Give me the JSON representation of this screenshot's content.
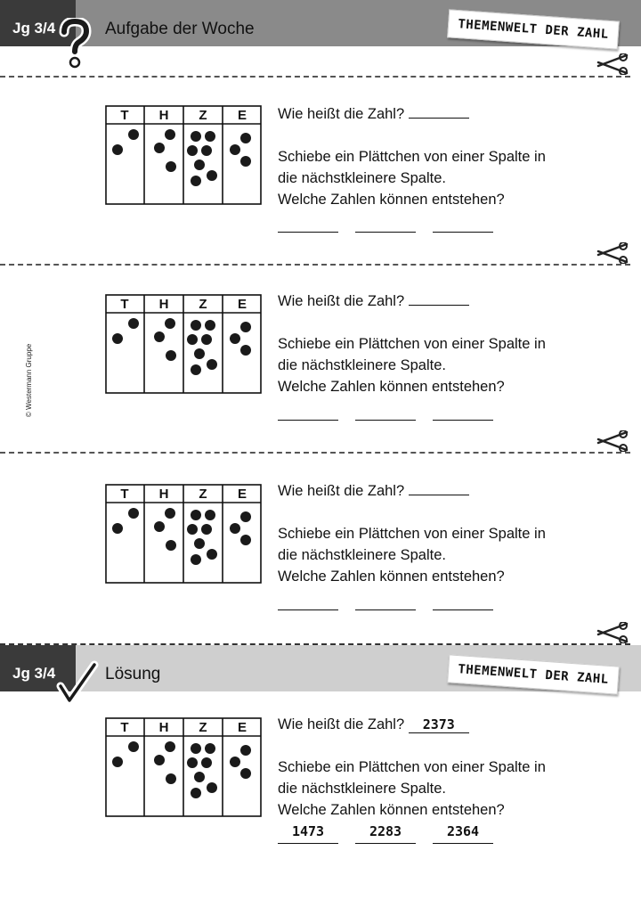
{
  "header": {
    "grade": "Jg 3/4",
    "title": "Aufgabe der Woche",
    "stamp": "THEMENWELT DER ZAHL",
    "question_mark": "?"
  },
  "solution_header": {
    "grade": "Jg 3/4",
    "title": "Lösung",
    "stamp": "THEMENWELT DER ZAHL"
  },
  "copyright": "© Westermann Gruppe",
  "columns": [
    "T",
    "H",
    "Z",
    "E"
  ],
  "tasks": [
    {
      "question": "Wie heißt die Zahl?",
      "instruction_1": "Schiebe ein Plättchen von einer Spalte in",
      "instruction_2": "die nächstkleinere Spalte.",
      "instruction_3": "Welche Zahlen können entstehen?",
      "counts": [
        2,
        3,
        7,
        3
      ]
    },
    {
      "question": "Wie heißt die Zahl?",
      "instruction_1": "Schiebe ein Plättchen von einer Spalte in",
      "instruction_2": "die nächstkleinere Spalte.",
      "instruction_3": "Welche Zahlen können entstehen?",
      "counts": [
        2,
        3,
        7,
        3
      ]
    },
    {
      "question": "Wie heißt die Zahl?",
      "instruction_1": "Schiebe ein Plättchen von einer Spalte in",
      "instruction_2": "die nächstkleinere Spalte.",
      "instruction_3": "Welche Zahlen können entstehen?",
      "counts": [
        2,
        3,
        7,
        3
      ]
    }
  ],
  "solution": {
    "question": "Wie heißt die Zahl?",
    "answer": "2373",
    "instruction_1": "Schiebe ein Plättchen von einer Spalte in",
    "instruction_2": "die nächstkleinere Spalte.",
    "instruction_3": "Welche Zahlen können entstehen?",
    "results": [
      "1473",
      "2283",
      "2364"
    ],
    "counts": [
      2,
      3,
      7,
      3
    ]
  },
  "colors": {
    "header_dark": "#3a3a3a",
    "header_bar": "#8a8a8a",
    "solution_bar": "#cfcfcf",
    "dot": "#1a1a1a"
  }
}
